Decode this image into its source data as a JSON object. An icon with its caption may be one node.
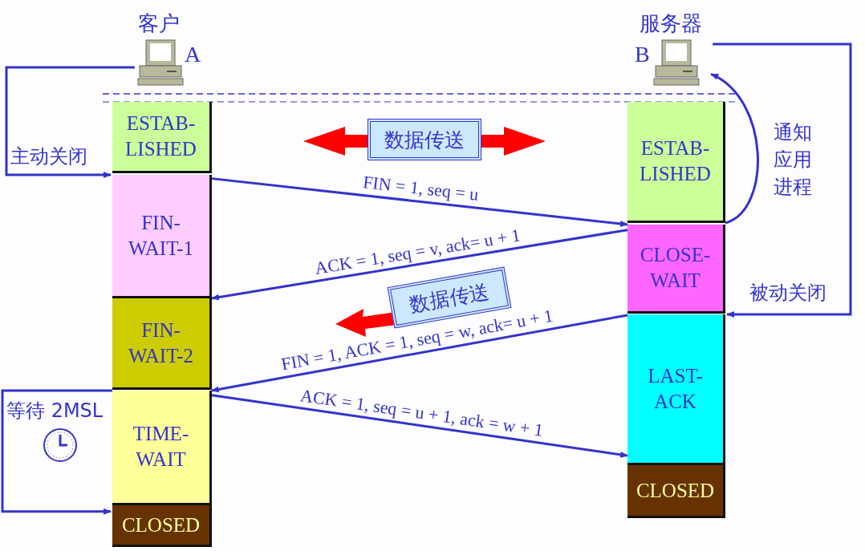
{
  "diagram": {
    "nodes": [
      {
        "text": [
          "客户",
          "A"
        ]
      },
      {
        "text": [
          "服务器",
          "B"
        ]
      },
      {
        "text": [
          "ESTAB- LISHED"
        ]
      },
      {
        "text": [
          "FIN- WAIT-1"
        ]
      },
      {
        "text": [
          "FIN- WAIT-2"
        ]
      },
      {
        "text": [
          "TIME- WAIT"
        ]
      },
      {
        "text": [
          "CLOSED"
        ]
      },
      {
        "text": [
          "ESTAB- LISHED"
        ]
      },
      {
        "text": [
          "CLOSE- WAIT"
        ]
      },
      {
        "text": [
          "LAST- ACK"
        ]
      },
      {
        "text": [
          "CLOSED"
        ]
      },
      {
        "text": [
          "数据传送"
        ]
      },
      {
        "text": [
          "数据传送"
        ]
      }
    ],
    "edges": [
      {
        "from": 0,
        "to": 3,
        "arrow": "to",
        "label": "主动关闭"
      },
      {
        "from": 3,
        "to": 8,
        "arrow": "to",
        "label": "FIN = 1, seq = u"
      },
      {
        "from": 8,
        "to": 4,
        "arrow": "to",
        "label": "ACK = 1, seq = v, ack= u + 1"
      },
      {
        "from": 9,
        "to": 5,
        "arrow": "to",
        "label": "FIN = 1, ACK = 1, seq = w, ack= u + 1"
      },
      {
        "from": 5,
        "to": 10,
        "arrow": "to",
        "label": "ACK = 1, seq = u + 1, ack = w + 1"
      },
      {
        "from": 7,
        "to": 1,
        "arrow": "to",
        "label": "通知应用进程"
      },
      {
        "from": 1,
        "to": 9,
        "arrow": "to",
        "label": "被动关闭"
      },
      {
        "from": 5,
        "to": 6,
        "arrow": "to",
        "label": "等待 2MSL"
      }
    ]
  }
}
